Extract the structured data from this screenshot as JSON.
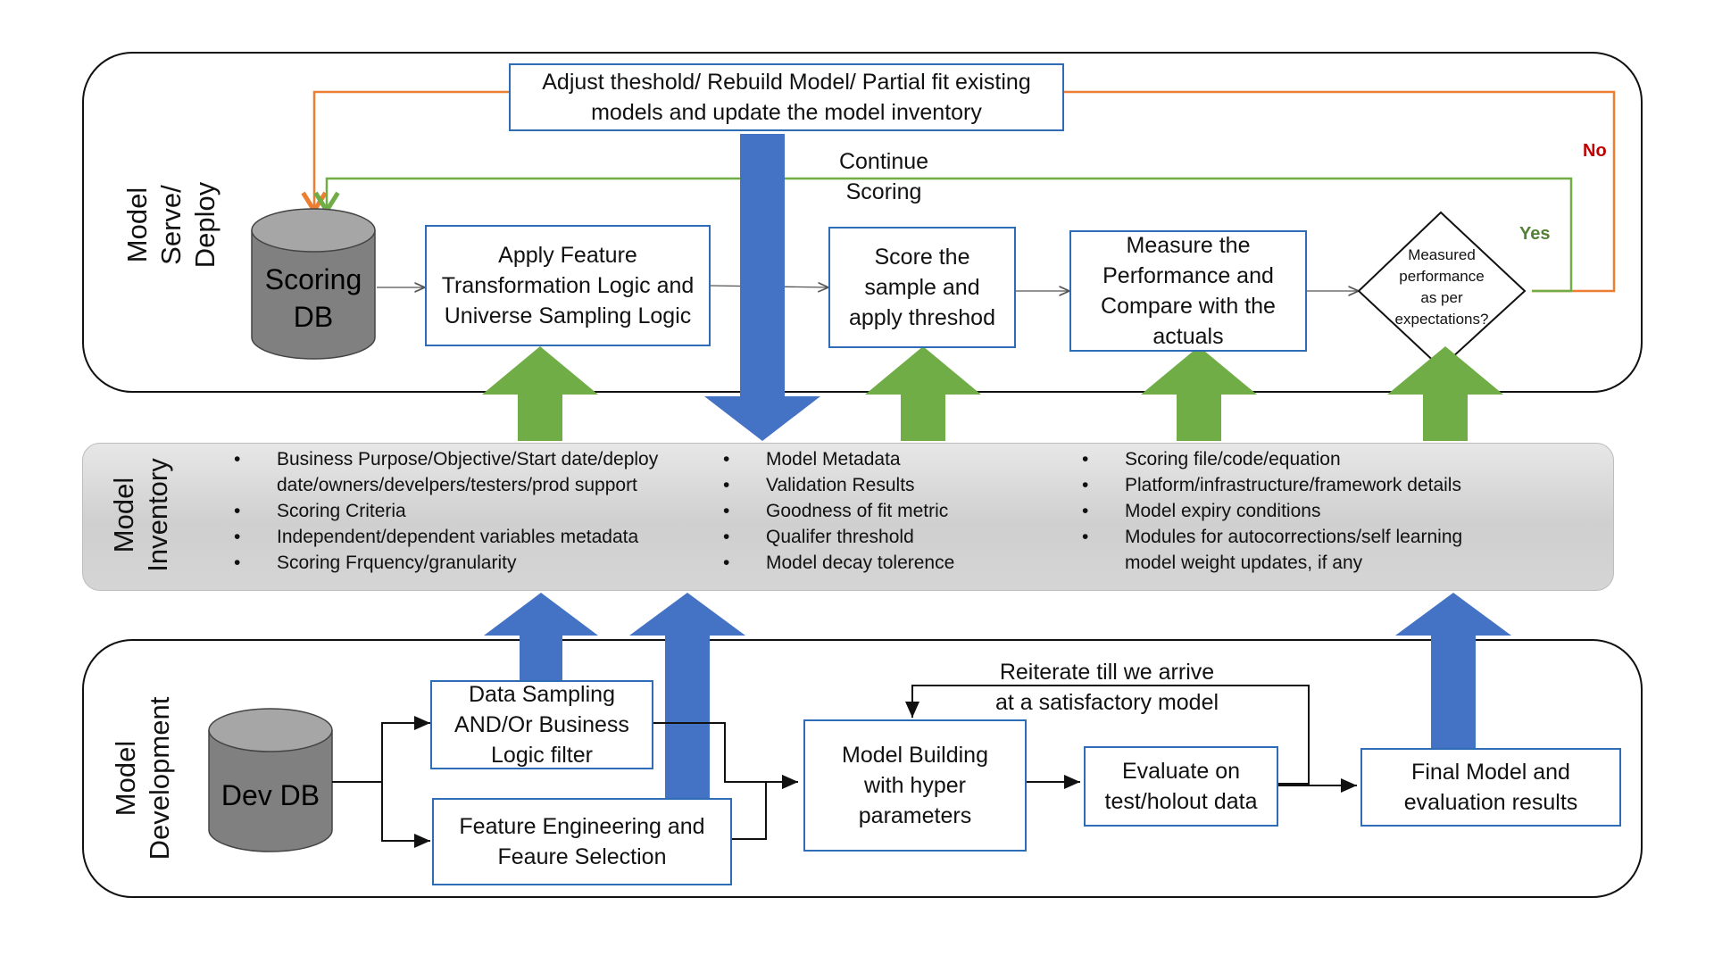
{
  "colors": {
    "process_border": "#2e6db5",
    "blue_arrow": "#4472c4",
    "green_arrow": "#70ad47",
    "orange_line": "#ed7d31",
    "green_line": "#70ad47",
    "yes": "#548235",
    "no": "#c00000",
    "cylinder": "#7f7f7f"
  },
  "sections": {
    "serve_label": "Model Serve/\nDeploy",
    "inventory_label": "Model\nInventory",
    "development_label": "Model\nDevelopment"
  },
  "serve": {
    "adjust_box": "Adjust theshold/ Rebuild Model/ Partial fit existing\nmodels and update the model inventory",
    "continue_scoring": "Continue\nScoring",
    "scoring_db": "Scoring\nDB",
    "apply_feature": "Apply Feature\nTransformation Logic and\nUniverse Sampling Logic",
    "score_sample": "Score the\nsample and\napply threshod",
    "measure_performance": "Measure the\nPerformance and\nCompare with the\nactuals",
    "decision": "Measured\nperformance\nas per\nexpectations?",
    "yes": "Yes",
    "no": "No"
  },
  "inventory": {
    "col1": [
      "Business Purpose/Objective/Start date/deploy",
      "date/owners/develpers/testers/prod support",
      "Scoring Criteria",
      "Independent/dependent variables metadata",
      "Scoring Frquency/granularity"
    ],
    "col2": [
      "Model Metadata",
      "Validation Results",
      "Goodness of fit metric",
      "Qualifer threshold",
      "Model decay tolerence"
    ],
    "col3": [
      "Scoring file/code/equation",
      "Platform/infrastructure/framework details",
      "Model expiry conditions",
      "Modules for autocorrections/self learning",
      "model weight updates, if any"
    ]
  },
  "development": {
    "dev_db": "Dev DB",
    "data_sampling": "Data Sampling\nAND/Or Business\nLogic filter",
    "feature_engineering": "Feature Engineering and\nFeaure Selection",
    "model_building": "Model Building\nwith hyper\nparameters",
    "reiterate": "Reiterate till we arrive\nat a satisfactory model",
    "evaluate": "Evaluate on\ntest/holout data",
    "final_model": "Final Model and\nevaluation results"
  }
}
